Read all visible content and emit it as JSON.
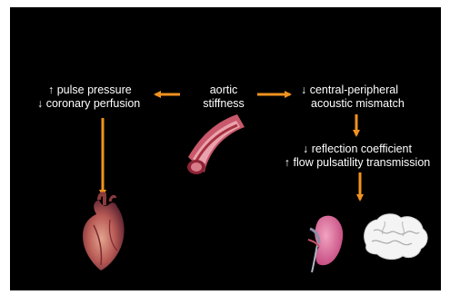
{
  "labels": {
    "aortic_stiffness": [
      "aortic",
      "stiffness"
    ],
    "left": [
      "↑ pulse pressure",
      "↓ coronary perfusion"
    ],
    "right_top": [
      "↓ central-peripheral",
      "acoustic mismatch"
    ],
    "right_bottom": [
      "↓ reflection coefficient",
      "↑ flow pulsatility transmission"
    ]
  },
  "colors": {
    "background": "#000000",
    "page": "#ffffff",
    "text": "#ffffff",
    "arrow": "#f0921e"
  },
  "icons": [
    "aorta-segment-illustration",
    "heart-illustration",
    "kidney-illustration",
    "brain-illustration"
  ]
}
